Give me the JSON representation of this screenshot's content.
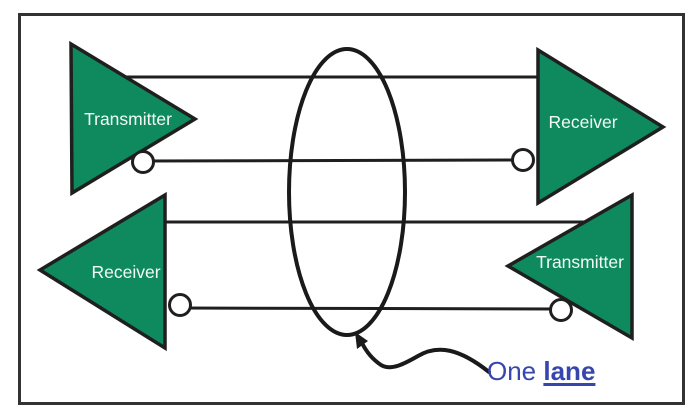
{
  "diagram": {
    "title_semantic": "one-lane-duplex-link-diagram",
    "nodes": [
      {
        "id": "transmitter-top-left",
        "label": "Transmitter",
        "direction": "right"
      },
      {
        "id": "receiver-top-right",
        "label": "Receiver",
        "direction": "right"
      },
      {
        "id": "receiver-bottom-left",
        "label": "Receiver",
        "direction": "left"
      },
      {
        "id": "transmitter-bottom-right",
        "label": "Transmitter",
        "direction": "left"
      }
    ],
    "annotation": {
      "prefix": "One ",
      "emphasis": "lane"
    },
    "colors": {
      "node_fill": "#0e8a5e",
      "node_stroke": "#1f1f1f",
      "node_text": "#f2fbf6",
      "line": "#1f1f1f",
      "ellipse_stroke": "#1a1a1a",
      "annotation_text": "#3746ae",
      "frame_stroke": "#333333",
      "background": "#ffffff"
    }
  }
}
